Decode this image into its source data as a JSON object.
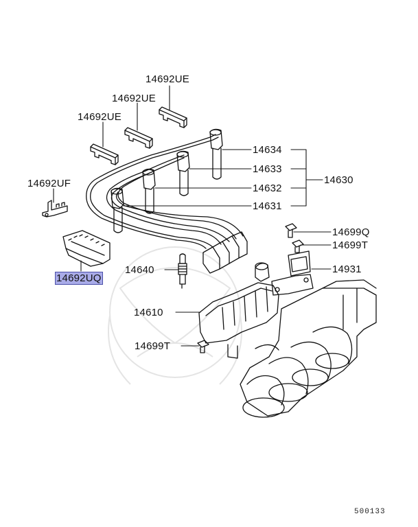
{
  "labels": {
    "p14692ue_1": "14692UE",
    "p14692ue_2": "14692UE",
    "p14692ue_3": "14692UE",
    "p14692uf": "14692UF",
    "p14692uq": "14692UQ",
    "p14634": "14634",
    "p14633": "14633",
    "p14632": "14632",
    "p14631": "14631",
    "p14630": "14630",
    "p14699q": "14699Q",
    "p14699t_1": "14699T",
    "p14640": "14640",
    "p14931": "14931",
    "p14610": "14610",
    "p14699t_2": "14699T"
  },
  "highlighted_part": "14692UQ",
  "diagram_code": "500133",
  "colors": {
    "highlight": "#a9abe8",
    "line": "#111111",
    "watermark": "#e6e6e6"
  }
}
